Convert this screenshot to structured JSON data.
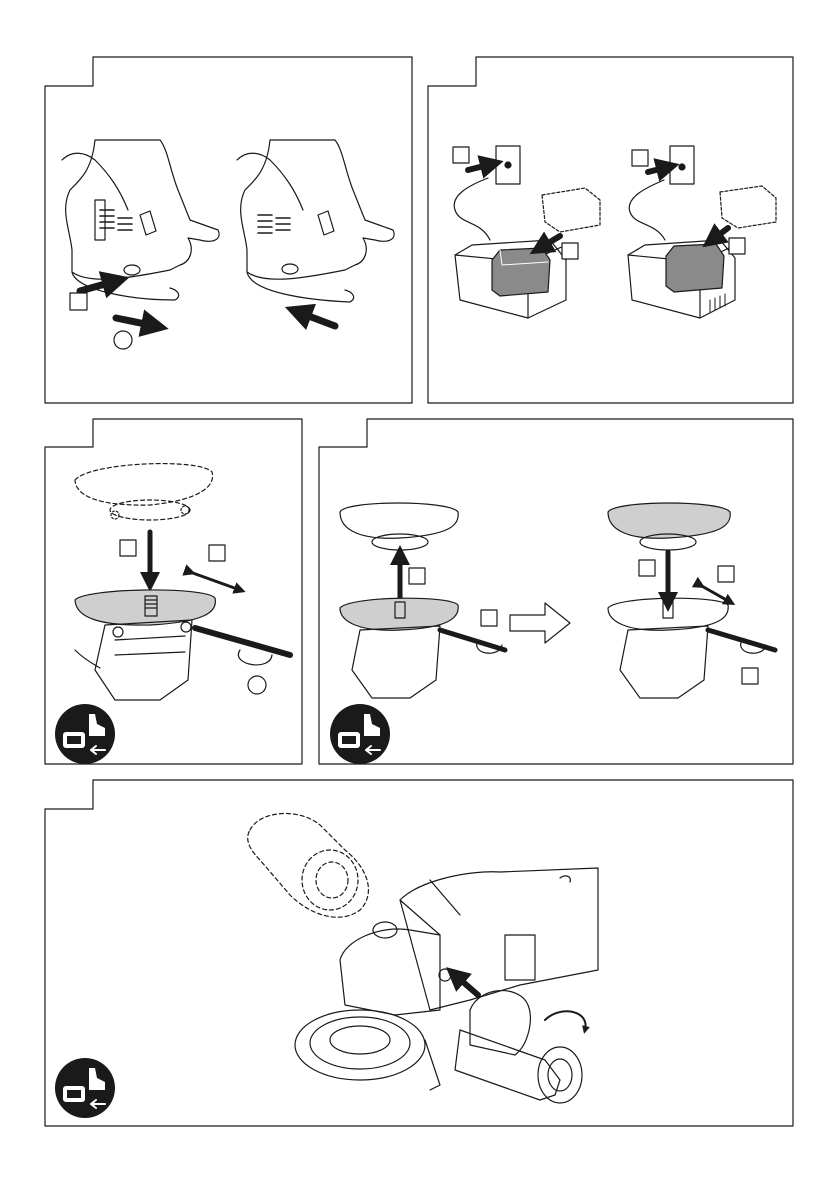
{
  "page": {
    "background": "#ffffff",
    "stroke": "#1a1a1a",
    "gray": "#8a8a8a",
    "light_gray": "#cfcfcf"
  },
  "panels": [
    {
      "id": "battery-removal",
      "icons": [
        "hand-icon",
        "battery-release-button-icon",
        "push-arrow-icon",
        "slide-arrow-icon"
      ]
    },
    {
      "id": "battery-charging",
      "icons": [
        "wall-socket-icon",
        "charger-icon",
        "battery-pack-icon",
        "insert-arrow-icon"
      ]
    },
    {
      "id": "guard-mounting",
      "icons": [
        "wheel-guard-icon",
        "spindle-icon",
        "screwdriver-icon",
        "rotate-arrow-icon",
        "remove-battery-warning-icon"
      ]
    },
    {
      "id": "guard-adjustment",
      "icons": [
        "wheel-guard-icon",
        "lift-arrow-icon",
        "screwdriver-icon",
        "next-step-arrow-icon",
        "rotate-arrow-icon",
        "remove-battery-warning-icon"
      ]
    },
    {
      "id": "side-handle-mounting",
      "icons": [
        "angle-grinder-icon",
        "side-handle-icon",
        "rotate-arrow-icon",
        "remove-battery-warning-icon"
      ]
    }
  ]
}
